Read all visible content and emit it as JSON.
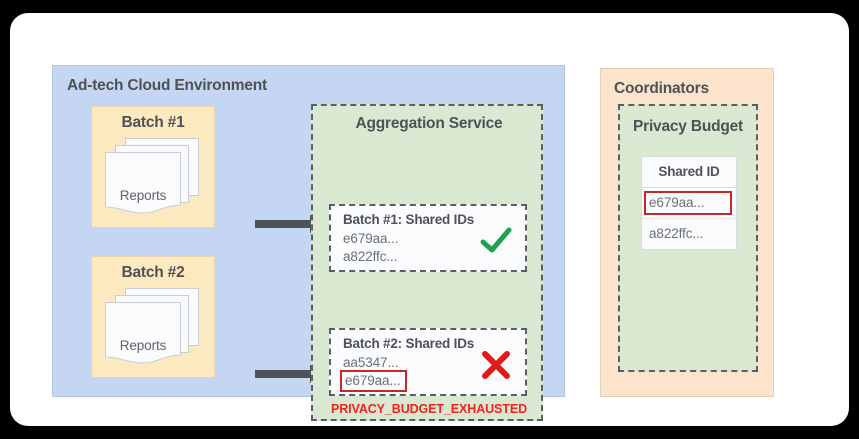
{
  "diagram": {
    "title_hidden": "",
    "background_color": "#000000",
    "card_color": "#ffffff",
    "adtech": {
      "title": "Ad-tech Cloud Environment",
      "panel_color": "#c5d6f2",
      "batches": [
        {
          "title": "Batch #1",
          "documents_label": "Reports",
          "box_color": "#fde9bf"
        },
        {
          "title": "Batch #2",
          "documents_label": "Reports",
          "box_color": "#fde9bf"
        }
      ],
      "arrows": [
        {
          "name": "batch1-to-aggregation",
          "color": "#4e5359"
        },
        {
          "name": "batch2-to-aggregation",
          "color": "#4e5359"
        }
      ],
      "aggregation_service": {
        "title": "Aggregation Service",
        "panel_color": "#d9e8d1",
        "cards": [
          {
            "title": "Batch #1: Shared IDs",
            "ids": [
              "e679aa...",
              "a822ffc..."
            ],
            "highlighted_id": null,
            "status": "check",
            "status_color": "#22a04b"
          },
          {
            "title": "Batch #2: Shared IDs",
            "ids": [
              "aa5347...",
              "e679aa..."
            ],
            "highlighted_id": "e679aa...",
            "status": "cross",
            "status_color": "#e01b1b"
          }
        ],
        "error_message": "PRIVACY_BUDGET_EXHAUSTED",
        "error_color": "#f4231f"
      }
    },
    "coordinators": {
      "title": "Coordinators",
      "panel_color": "#fbe3cc",
      "privacy_budget": {
        "title": "Privacy Budget",
        "panel_color": "#d9e8d1",
        "table": {
          "header": "Shared ID",
          "rows": [
            {
              "value": "e679aa...",
              "highlighted": true
            },
            {
              "value": "a822ffc...",
              "highlighted": false
            }
          ],
          "highlight_color": "#c62828"
        }
      }
    }
  }
}
